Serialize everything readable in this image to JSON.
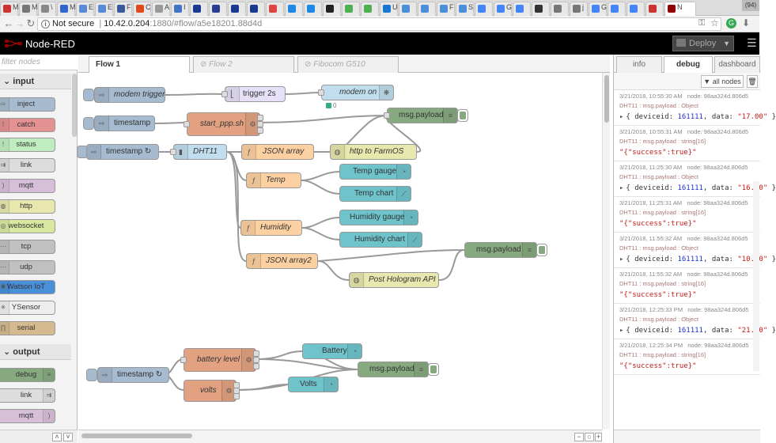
{
  "browser": {
    "tabs": [
      {
        "label": "M",
        "color": "#c33"
      },
      {
        "label": "M",
        "color": "#777"
      },
      {
        "label": "\\",
        "color": "#888"
      },
      {
        "label": "M",
        "color": "#3366cc"
      },
      {
        "label": "E",
        "color": "#5a8ad6"
      },
      {
        "label": "E",
        "color": "#5a8ad6"
      },
      {
        "label": "F",
        "color": "#3b5998"
      },
      {
        "label": "C",
        "color": "#e0491c"
      },
      {
        "label": "A",
        "color": "#999"
      },
      {
        "label": "I",
        "color": "#4472c4"
      },
      {
        "label": "",
        "color": "#1a3a8f"
      },
      {
        "label": "",
        "color": "#2a3f8f"
      },
      {
        "label": "",
        "color": "#1a3a8f"
      },
      {
        "label": "",
        "color": "#1a3a8f"
      },
      {
        "label": "",
        "color": "#d44"
      },
      {
        "label": "",
        "color": "#1e88e5"
      },
      {
        "label": "",
        "color": "#1e88e5"
      },
      {
        "label": "",
        "color": "#222"
      },
      {
        "label": "",
        "color": "#4caf50"
      },
      {
        "label": "",
        "color": "#4caf50"
      },
      {
        "label": "U",
        "color": "#1976d2"
      },
      {
        "label": "",
        "color": "#4a90d9"
      },
      {
        "label": "",
        "color": "#4a90d9"
      },
      {
        "label": "F",
        "color": "#4a90d9"
      },
      {
        "label": "S",
        "color": "#4a90d9"
      },
      {
        "label": "",
        "color": "#4285f4"
      },
      {
        "label": "G",
        "color": "#4285f4"
      },
      {
        "label": "",
        "color": "#4285f4"
      },
      {
        "label": "",
        "color": "#333"
      },
      {
        "label": "",
        "color": "#777"
      },
      {
        "label": "j",
        "color": "#777"
      },
      {
        "label": "G",
        "color": "#4285f4"
      },
      {
        "label": "",
        "color": "#4285f4"
      },
      {
        "label": "",
        "color": "#4285f4"
      },
      {
        "label": "",
        "color": "#c33"
      },
      {
        "label": "N",
        "color": "#8f0000",
        "active": true
      }
    ],
    "window_label": "(94)",
    "url_prefix": "Not secure",
    "url_host": "10.42.0.204",
    "url_path": ":1880/#flow/a5e18201.88d4d"
  },
  "app": {
    "title": "Node-RED",
    "deploy_label": "Deploy"
  },
  "palette": {
    "filter_placeholder": "filter nodes",
    "categories": {
      "input": "input",
      "output": "output"
    },
    "input_nodes": [
      {
        "label": "inject",
        "color": "#a6bbcf"
      },
      {
        "label": "catch",
        "color": "#e49191"
      },
      {
        "label": "status",
        "color": "#c0edc0"
      },
      {
        "label": "link",
        "color": "#dddddd"
      },
      {
        "label": "mqtt",
        "color": "#d8bfd8"
      },
      {
        "label": "http",
        "color": "#e7e7ae"
      },
      {
        "label": "websocket",
        "color": "#d8e8a0"
      },
      {
        "label": "tcp",
        "color": "#c0c0c0"
      },
      {
        "label": "udp",
        "color": "#c0c0c0"
      },
      {
        "label": "Watson IoT",
        "color": "#4a90d9"
      },
      {
        "label": "YSensor",
        "color": "#eeeeee"
      },
      {
        "label": "serial",
        "color": "#d6ba8f"
      }
    ],
    "output_nodes": [
      {
        "label": "debug",
        "color": "#87a980"
      },
      {
        "label": "link",
        "color": "#dddddd"
      },
      {
        "label": "mqtt",
        "color": "#d8bfd8"
      }
    ]
  },
  "workspace": {
    "tabs": [
      {
        "label": "Flow 1",
        "active": true
      },
      {
        "label": "Flow 2",
        "active": false
      },
      {
        "label": "Fibocom G510",
        "active": false
      }
    ],
    "add_tab": "+"
  },
  "flow": {
    "nodes": {
      "modem_trigger": "modem trigger",
      "trigger_2s": "trigger 2s",
      "modem_on": "modem on",
      "modem_on_status": "0",
      "timestamp1": "timestamp",
      "start_ppp": "start_ppp.sh",
      "msg_payload1": "msg.payload",
      "timestamp2": "timestamp ↻",
      "dht11": "DHT11",
      "json_array": "JSON array",
      "http_farmos": "http to FarmOS",
      "temp": "Temp",
      "temp_gauge": "Temp gauge",
      "temp_chart": "Temp chart",
      "humidity": "Humidity",
      "humidity_gauge": "Humidity gauge",
      "humidity_chart": "Humidity chart",
      "json_array2": "JSON array2",
      "msg_payload2": "msg.payload",
      "post_hologram": "Post Hologram API",
      "battery_level": "battery level",
      "battery": "Battery",
      "timestamp3": "timestamp ↻",
      "msg_payload3": "msg.payload",
      "volts": "volts",
      "volts_gauge": "Volts"
    }
  },
  "sidebar": {
    "tabs": [
      {
        "label": "info",
        "active": false
      },
      {
        "label": "debug",
        "active": true
      },
      {
        "label": "dashboard",
        "active": false
      }
    ],
    "filter_button": "all nodes",
    "messages": [
      {
        "time": "3/21/2018, 10:55:30 AM",
        "node": "node: 98aa324d.806d5",
        "source": "DHT11 : msg.payload : Object",
        "type": "object",
        "deviceid": "161111",
        "data": "\"17.00\""
      },
      {
        "time": "3/21/2018, 10:55:31 AM",
        "node": "node: 98aa324d.806d5",
        "source": "DHT11 : msg.payload : string[16]",
        "type": "string",
        "text": "\"{\"success\":true}\""
      },
      {
        "time": "3/21/2018, 11:25:30 AM",
        "node": "node: 98aa324d.806d5",
        "source": "DHT11 : msg.payload : Object",
        "type": "object",
        "deviceid": "161111",
        "data": "\"16.00\""
      },
      {
        "time": "3/21/2018, 11:25:31 AM",
        "node": "node: 98aa324d.806d5",
        "source": "DHT11 : msg.payload : string[16]",
        "type": "string",
        "text": "\"{\"success\":true}\""
      },
      {
        "time": "3/21/2018, 11:55:32 AM",
        "node": "node: 98aa324d.806d5",
        "source": "DHT11 : msg.payload : Object",
        "type": "object",
        "deviceid": "161111",
        "data": "\"10.00\""
      },
      {
        "time": "3/21/2018, 11:55:32 AM",
        "node": "node: 98aa324d.806d5",
        "source": "DHT11 : msg.payload : string[16]",
        "type": "string",
        "text": "\"{\"success\":true}\""
      },
      {
        "time": "3/21/2018, 12:25:33 PM",
        "node": "node: 98aa324d.806d5",
        "source": "DHT11 : msg.payload : Object",
        "type": "object",
        "deviceid": "161111",
        "data": "\"21.00\""
      },
      {
        "time": "3/21/2018, 12:25:34 PM",
        "node": "node: 98aa324d.806d5",
        "source": "DHT11 : msg.payload : string[16]",
        "type": "string",
        "text": "\"{\"success\":true}\""
      }
    ]
  }
}
